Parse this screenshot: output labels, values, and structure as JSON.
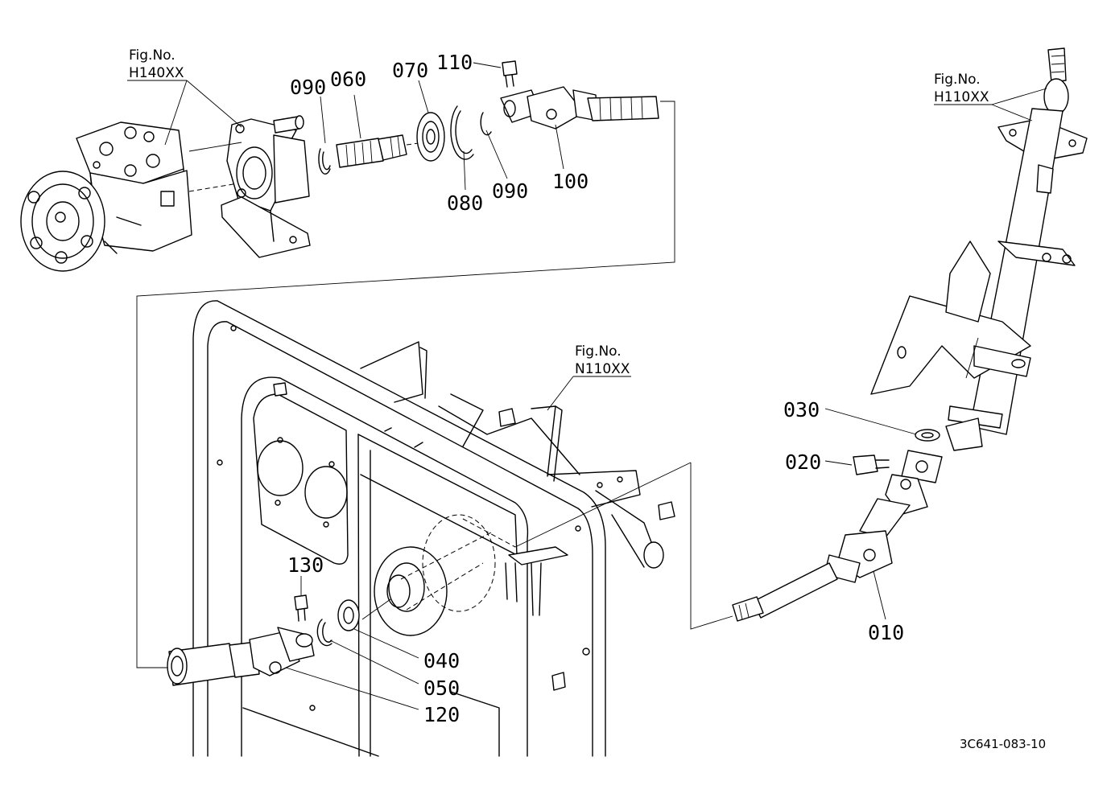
{
  "figure_refs": [
    {
      "id": "h140",
      "line1": "Fig.No.",
      "line2": "H140XX"
    },
    {
      "id": "h110",
      "line1": "Fig.No.",
      "line2": "H110XX"
    },
    {
      "id": "n110",
      "line1": "Fig.No.",
      "line2": "N110XX"
    }
  ],
  "part_labels": [
    {
      "id": "p110",
      "text": "110"
    },
    {
      "id": "p070",
      "text": "070"
    },
    {
      "id": "p090a",
      "text": "090"
    },
    {
      "id": "p060",
      "text": "060"
    },
    {
      "id": "p100",
      "text": "100"
    },
    {
      "id": "p080",
      "text": "080"
    },
    {
      "id": "p090b",
      "text": "090"
    },
    {
      "id": "p030",
      "text": "030"
    },
    {
      "id": "p020",
      "text": "020"
    },
    {
      "id": "p010",
      "text": "010"
    },
    {
      "id": "p130",
      "text": "130"
    },
    {
      "id": "p040",
      "text": "040"
    },
    {
      "id": "p050",
      "text": "050"
    },
    {
      "id": "p120",
      "text": "120"
    }
  ],
  "drawing_code": "3C641-083-10"
}
